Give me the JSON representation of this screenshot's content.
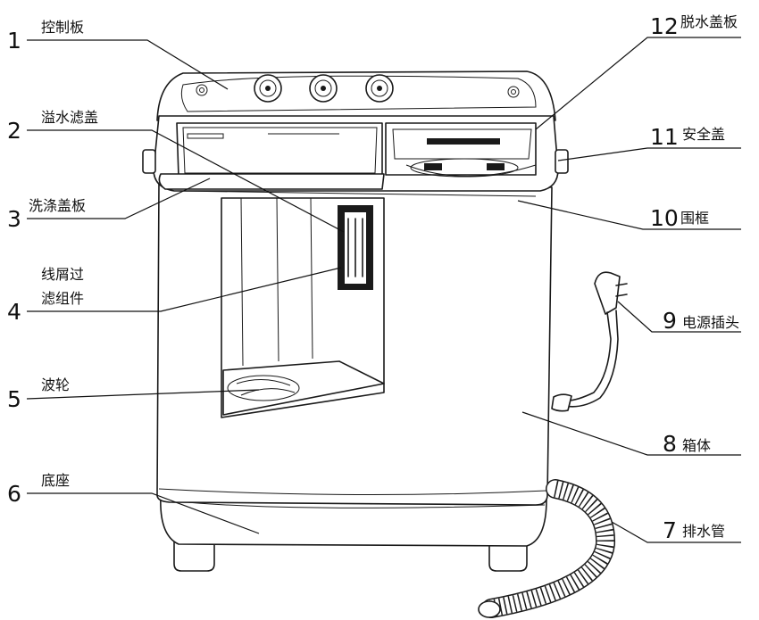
{
  "labels": {
    "p1": {
      "num": "1",
      "text": "控制板"
    },
    "p2": {
      "num": "2",
      "text": "溢水滤盖"
    },
    "p3": {
      "num": "3",
      "text": "洗涤盖板"
    },
    "p4": {
      "num": "4",
      "line1": "线屑过",
      "line2": "滤组件"
    },
    "p5": {
      "num": "5",
      "text": "波轮"
    },
    "p6": {
      "num": "6",
      "text": "底座"
    },
    "p7": {
      "num": "7",
      "text": "排水管"
    },
    "p8": {
      "num": "8",
      "text": "箱体"
    },
    "p9": {
      "num": "9",
      "text": "电源插头"
    },
    "p10": {
      "num": "10",
      "text": "围框"
    },
    "p11": {
      "num": "11",
      "text": "安全盖"
    },
    "p12": {
      "num": "12",
      "text": "脱水盖板"
    }
  }
}
